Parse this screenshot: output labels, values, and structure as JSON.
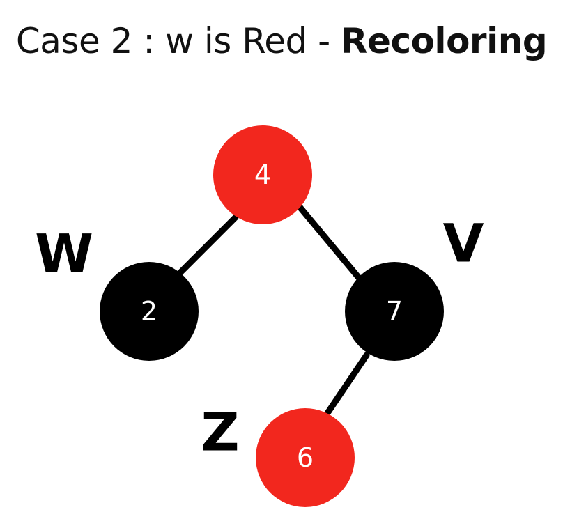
{
  "title": {
    "prefix": "Case 2 : w is Red - ",
    "emphasis": "Recoloring"
  },
  "colors": {
    "red": "#f2271e",
    "black": "#000000",
    "edge": "#000000",
    "node_text": "#ffffff"
  },
  "nodes": {
    "root": {
      "value": "4",
      "color": "red"
    },
    "left": {
      "value": "2",
      "color": "black"
    },
    "right": {
      "value": "7",
      "color": "black"
    },
    "right_left": {
      "value": "6",
      "color": "red"
    }
  },
  "labels": {
    "w": "W",
    "v": "V",
    "z": "Z"
  }
}
